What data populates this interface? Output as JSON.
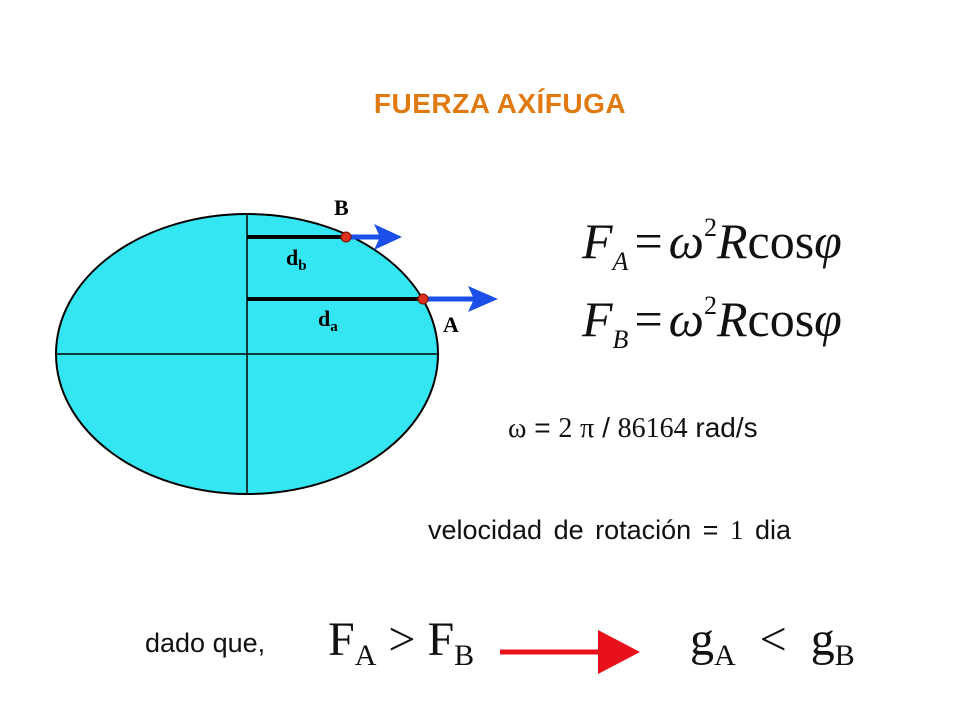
{
  "title": "FUERZA AXÍFUGA",
  "diagram": {
    "label_B": "B",
    "label_A": "A",
    "label_db": "d",
    "label_db_sub": "b",
    "label_da": "d",
    "label_da_sub": "a",
    "colors": {
      "ellipse_fill": "#33e6f2",
      "point": "#e0301e",
      "arrow": "#1b4fe8",
      "line": "#000000"
    }
  },
  "formulas": {
    "fa": {
      "lhs": "F",
      "sub": "A",
      "eq": "=",
      "omega": "ω",
      "sup": "2",
      "r": "R",
      "cos": "cos",
      "phi": "φ"
    },
    "fb": {
      "lhs": "F",
      "sub": "B",
      "eq": "=",
      "omega": "ω",
      "sup": "2",
      "r": "R",
      "cos": "cos",
      "phi": "φ"
    }
  },
  "omega_line": {
    "omega": "ω",
    "eq": "=",
    "two": "2",
    "pi": "π",
    "slash": "/",
    "value": "86164",
    "unit": "rad/s"
  },
  "velocity_line": {
    "text": "velocidad de rotación =",
    "one": "1",
    "unit": "dia"
  },
  "conclusion": {
    "prefix": "dado que,",
    "fa": "F",
    "fa_sub": "A",
    "gt": ">",
    "fb": "F",
    "fb_sub": "B",
    "ga": "g",
    "ga_sub": "A",
    "lt": "<",
    "gb": "g",
    "gb_sub": "B",
    "arrow_color": "#e8101a"
  }
}
